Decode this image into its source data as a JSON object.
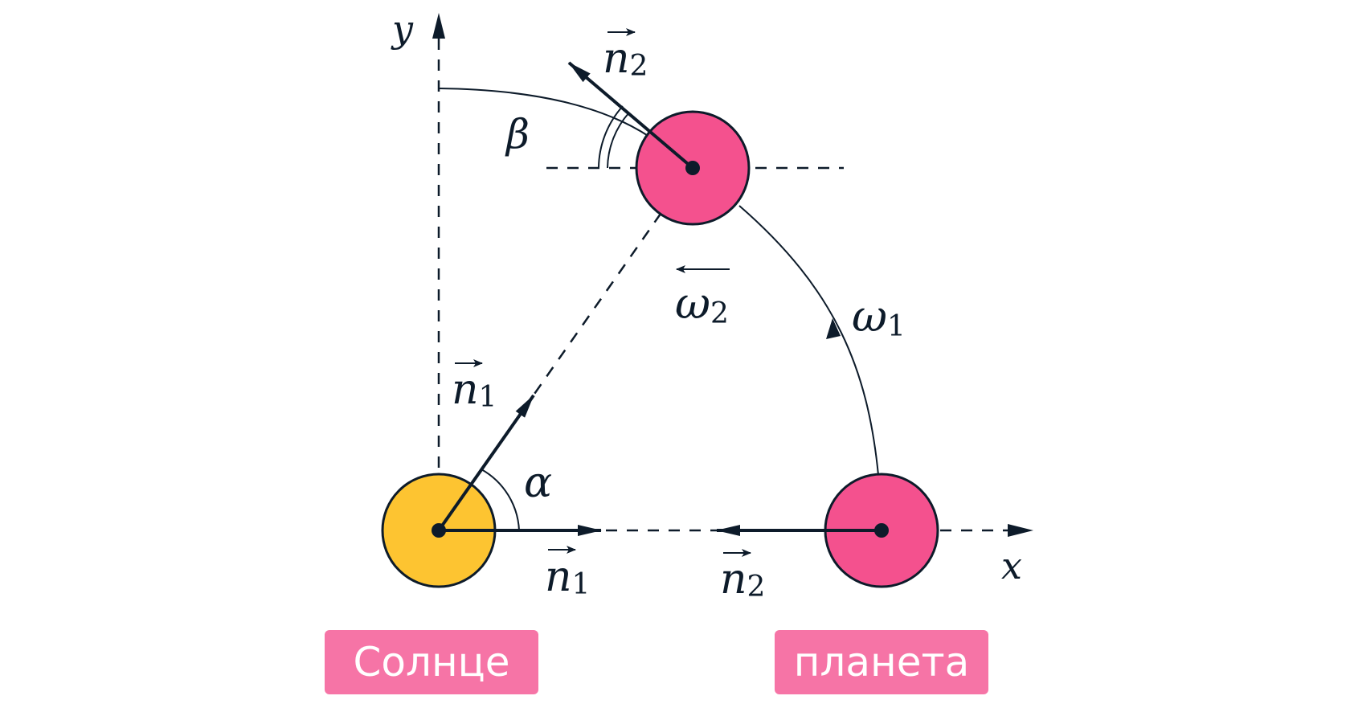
{
  "colors": {
    "ink": "#0d1b2a",
    "sun": "#fdc431",
    "planet": "#f4518e",
    "label_bg": "#f674a6",
    "label_text": "#ffffff"
  },
  "axes": {
    "x": "x",
    "y": "y"
  },
  "angles": {
    "alpha": "α",
    "beta": "β"
  },
  "vectors": {
    "n1_symbol": "n",
    "n1_index": "1",
    "n2_symbol": "n",
    "n2_index": "2"
  },
  "omega": {
    "symbol": "ω",
    "one": "1",
    "two": "2"
  },
  "labels": {
    "sun": "Солнце",
    "planet": "планета"
  }
}
